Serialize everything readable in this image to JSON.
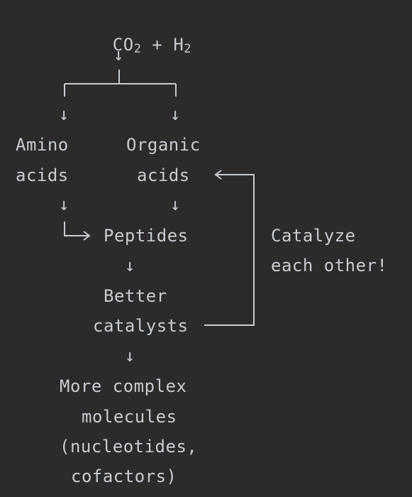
{
  "diagram": {
    "top": {
      "co2": "CO",
      "co2_sub": "2",
      "plus": " + ",
      "h2": "H",
      "h2_sub": "2"
    },
    "amino_line1": "Amino",
    "amino_line2": "acids",
    "organic_line1": "Organic",
    "organic_line2": "acids",
    "peptides": "Peptides",
    "better_line1": "Better",
    "better_line2": "catalysts",
    "more_line1": "More complex",
    "more_line2": "molecules",
    "more_line3": "(nucleotides,",
    "more_line4": "cofactors)",
    "catalyze_line1": "Catalyze",
    "catalyze_line2": "each other!",
    "arrow_glyph": "↓"
  }
}
